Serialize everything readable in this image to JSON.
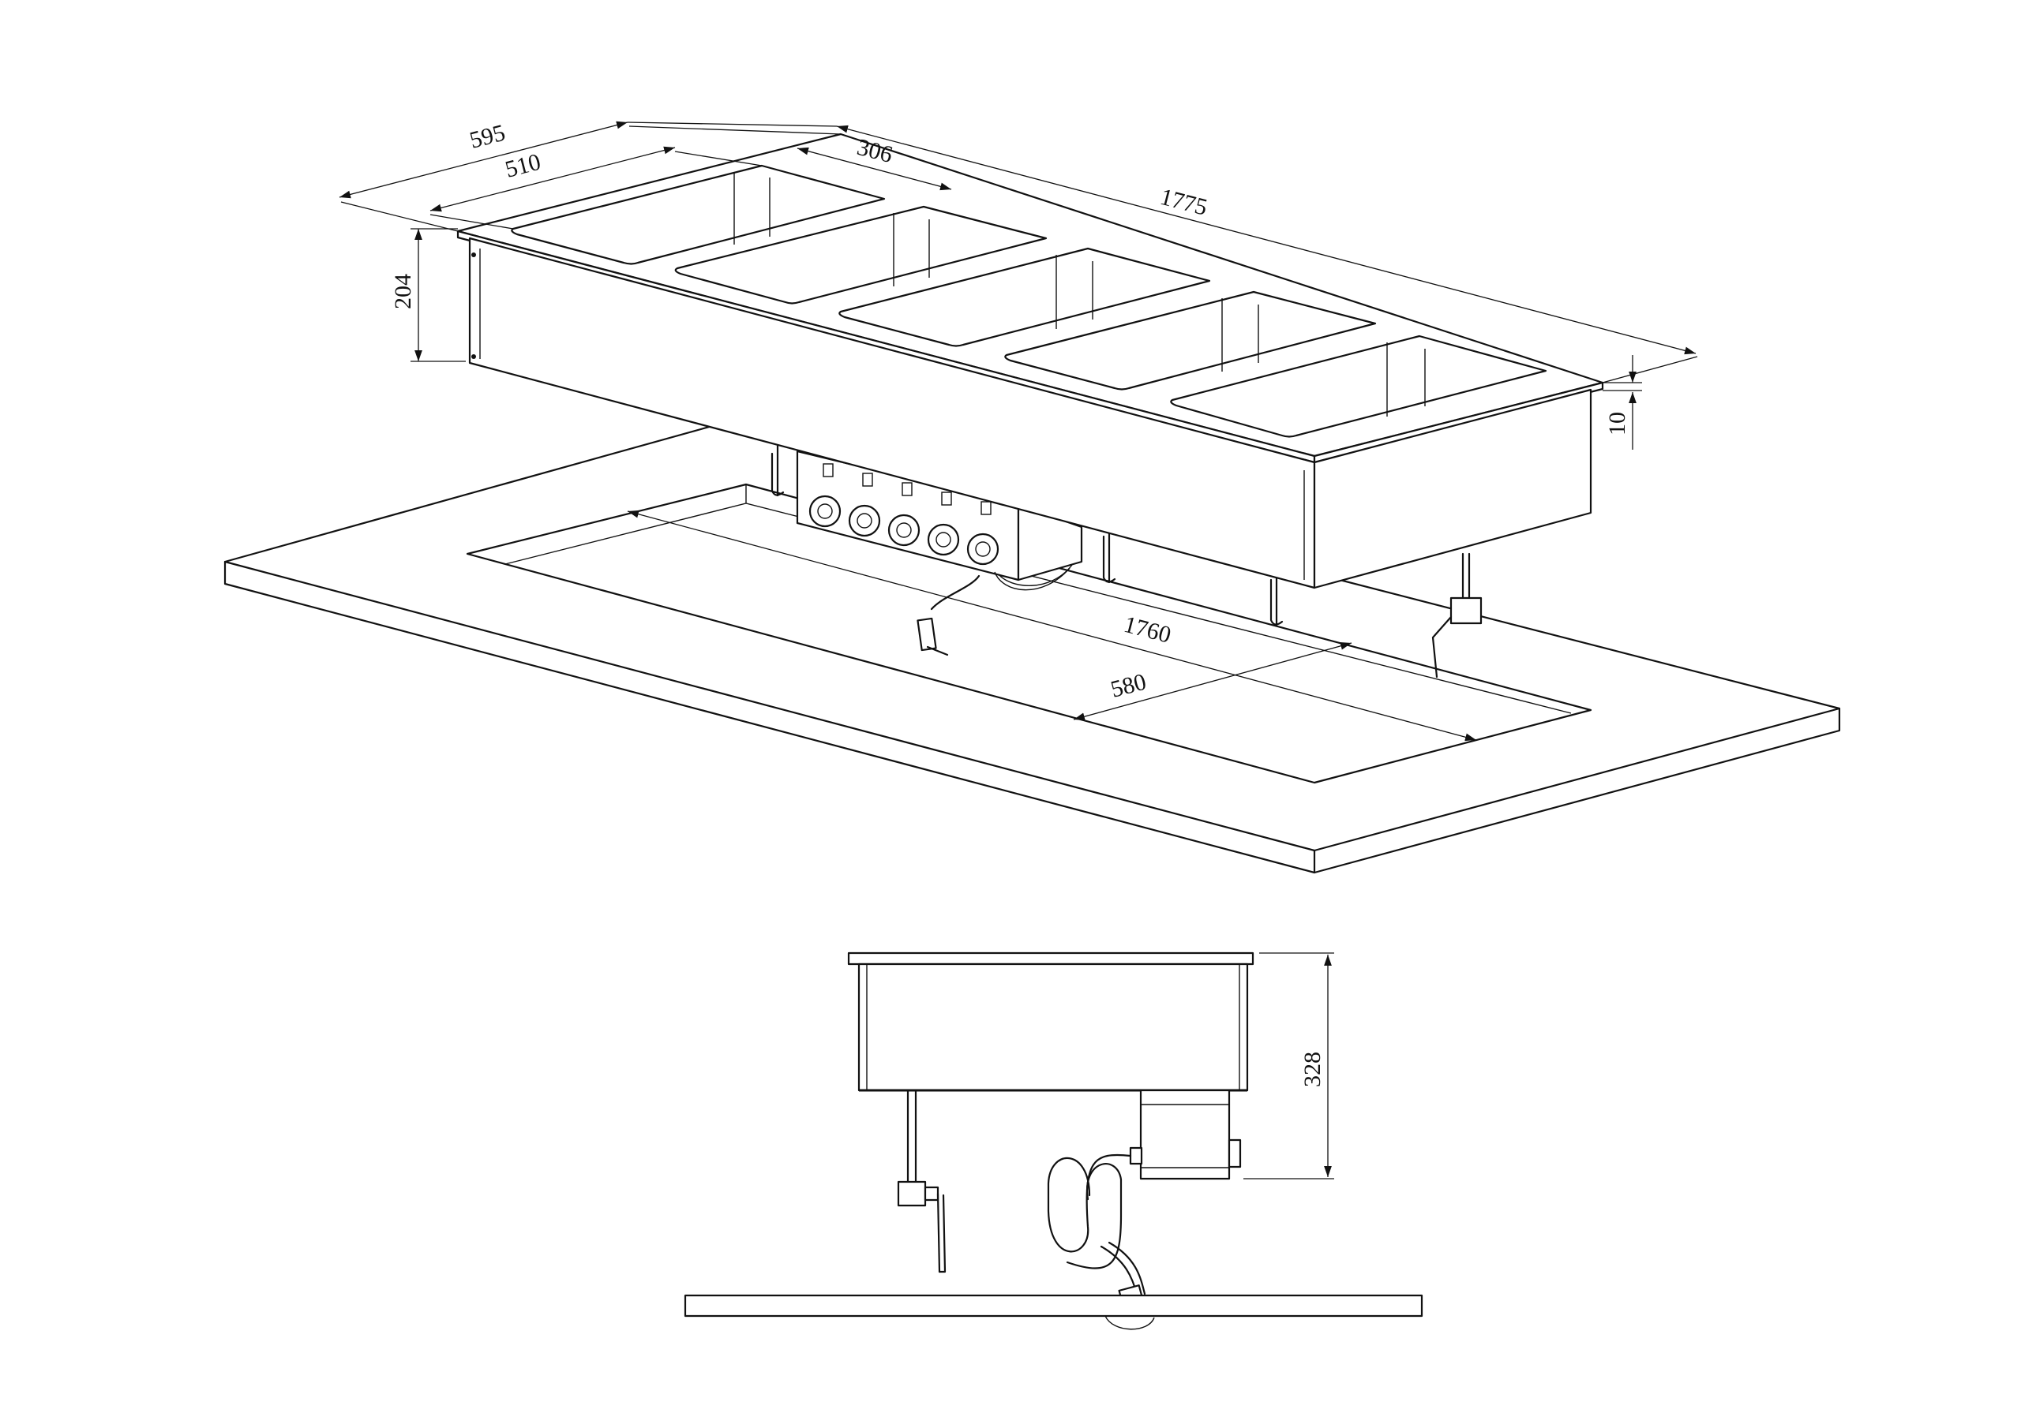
{
  "dimensions": {
    "d595": "595",
    "d510": "510",
    "d306": "306",
    "d1775": "1775",
    "d204": "204",
    "d10": "10",
    "d1760": "1760",
    "d580": "580",
    "d328": "328"
  }
}
